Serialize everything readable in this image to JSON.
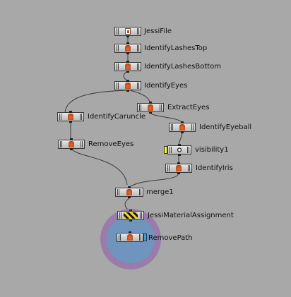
{
  "window": {
    "background_color": "#a8a8a8"
  },
  "nodes": [
    {
      "id": "jessi-file",
      "label": "JessiFile",
      "icon": "file-icon"
    },
    {
      "id": "identify-lashes-top",
      "label": "IdentifyLashesTop",
      "icon": "collection-icon"
    },
    {
      "id": "identify-lashes-bottom",
      "label": "IdentifyLashesBottom",
      "icon": "collection-icon"
    },
    {
      "id": "identify-eyes",
      "label": "IdentifyEyes",
      "icon": "collection-icon"
    },
    {
      "id": "extract-eyes",
      "label": "ExtractEyes",
      "icon": "collection-icon"
    },
    {
      "id": "identify-caruncle",
      "label": "IdentifyCaruncle",
      "icon": "collection-icon"
    },
    {
      "id": "identify-eyeball",
      "label": "IdentifyEyeball",
      "icon": "collection-icon"
    },
    {
      "id": "remove-eyes",
      "label": "RemoveEyes",
      "icon": "prune-icon"
    },
    {
      "id": "visibility1",
      "label": "visibility1",
      "icon": "eye-icon"
    },
    {
      "id": "identify-iris",
      "label": "IdentifyIris",
      "icon": "collection-icon"
    },
    {
      "id": "merge1",
      "label": "merge1",
      "icon": "merge-icon"
    },
    {
      "id": "jessi-material-assignment",
      "label": "JessiMaterialAssignment",
      "icon": "material-assign-icon"
    },
    {
      "id": "remove-path",
      "label": "RemovePath",
      "icon": "prune-icon"
    }
  ],
  "colors": {
    "node_fill": "#d2d2d2",
    "connection": "#3a3a3a",
    "bypass_flag": "#ffff00",
    "display_flag": "#3aa0e8",
    "selection_halo_outer": "#9a7cab",
    "selection_halo_inner": "#6f95bf"
  }
}
